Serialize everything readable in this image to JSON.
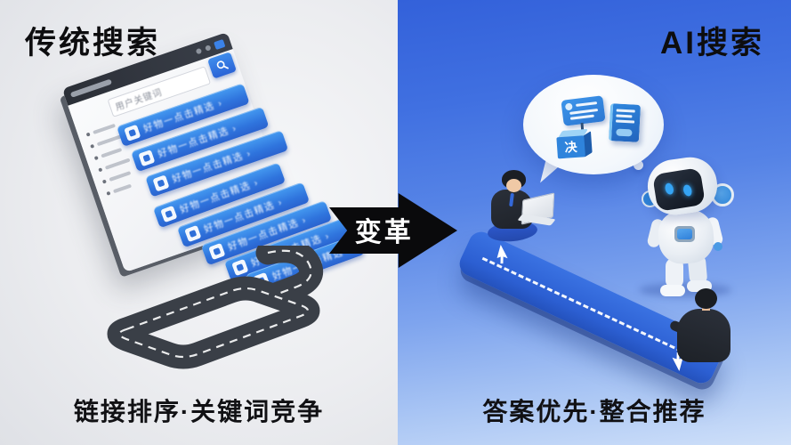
{
  "left_panel": {
    "title": "传统搜索",
    "caption": "链接排序·关键词竞争",
    "browser_window": {
      "search_input_value": "用户关键词",
      "result_bar_blurred_text": "好物一点击精选 ›"
    }
  },
  "divider_arrow": {
    "label": "变革"
  },
  "right_panel": {
    "title": "AI搜索",
    "caption": "答案优先·整合推荐",
    "speech_bubble": {
      "box_character": "决"
    }
  },
  "colors": {
    "accent_blue": "#2f74dd",
    "road_dark": "#3a3f47",
    "arrow_black": "#0a0a0c",
    "right_bg_top": "#3361da",
    "right_bg_bottom": "#cfe0f9",
    "left_bg": "#ecedf0"
  }
}
